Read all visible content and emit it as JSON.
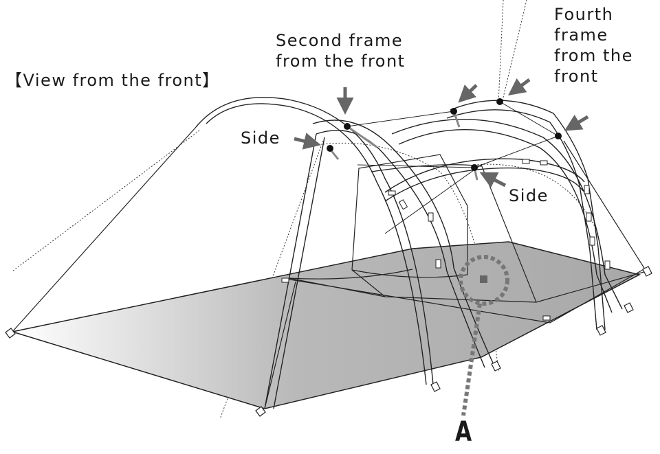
{
  "labels": {
    "view": "【View from the front】",
    "second_frame": "Second frame\nfrom the front",
    "fourth_frame": "Fourth\nframe\nfrom the\nfront",
    "side_left": "Side",
    "side_right": "Side",
    "point_a": "A"
  },
  "colors": {
    "floor_dark": "#aaaaaa",
    "floor_light": "#ffffff",
    "line": "#222222",
    "arrow": "#666666",
    "marker": "#777777"
  },
  "icons": {
    "arrow": "arrow-icon",
    "attachment_point": "dot-icon"
  }
}
